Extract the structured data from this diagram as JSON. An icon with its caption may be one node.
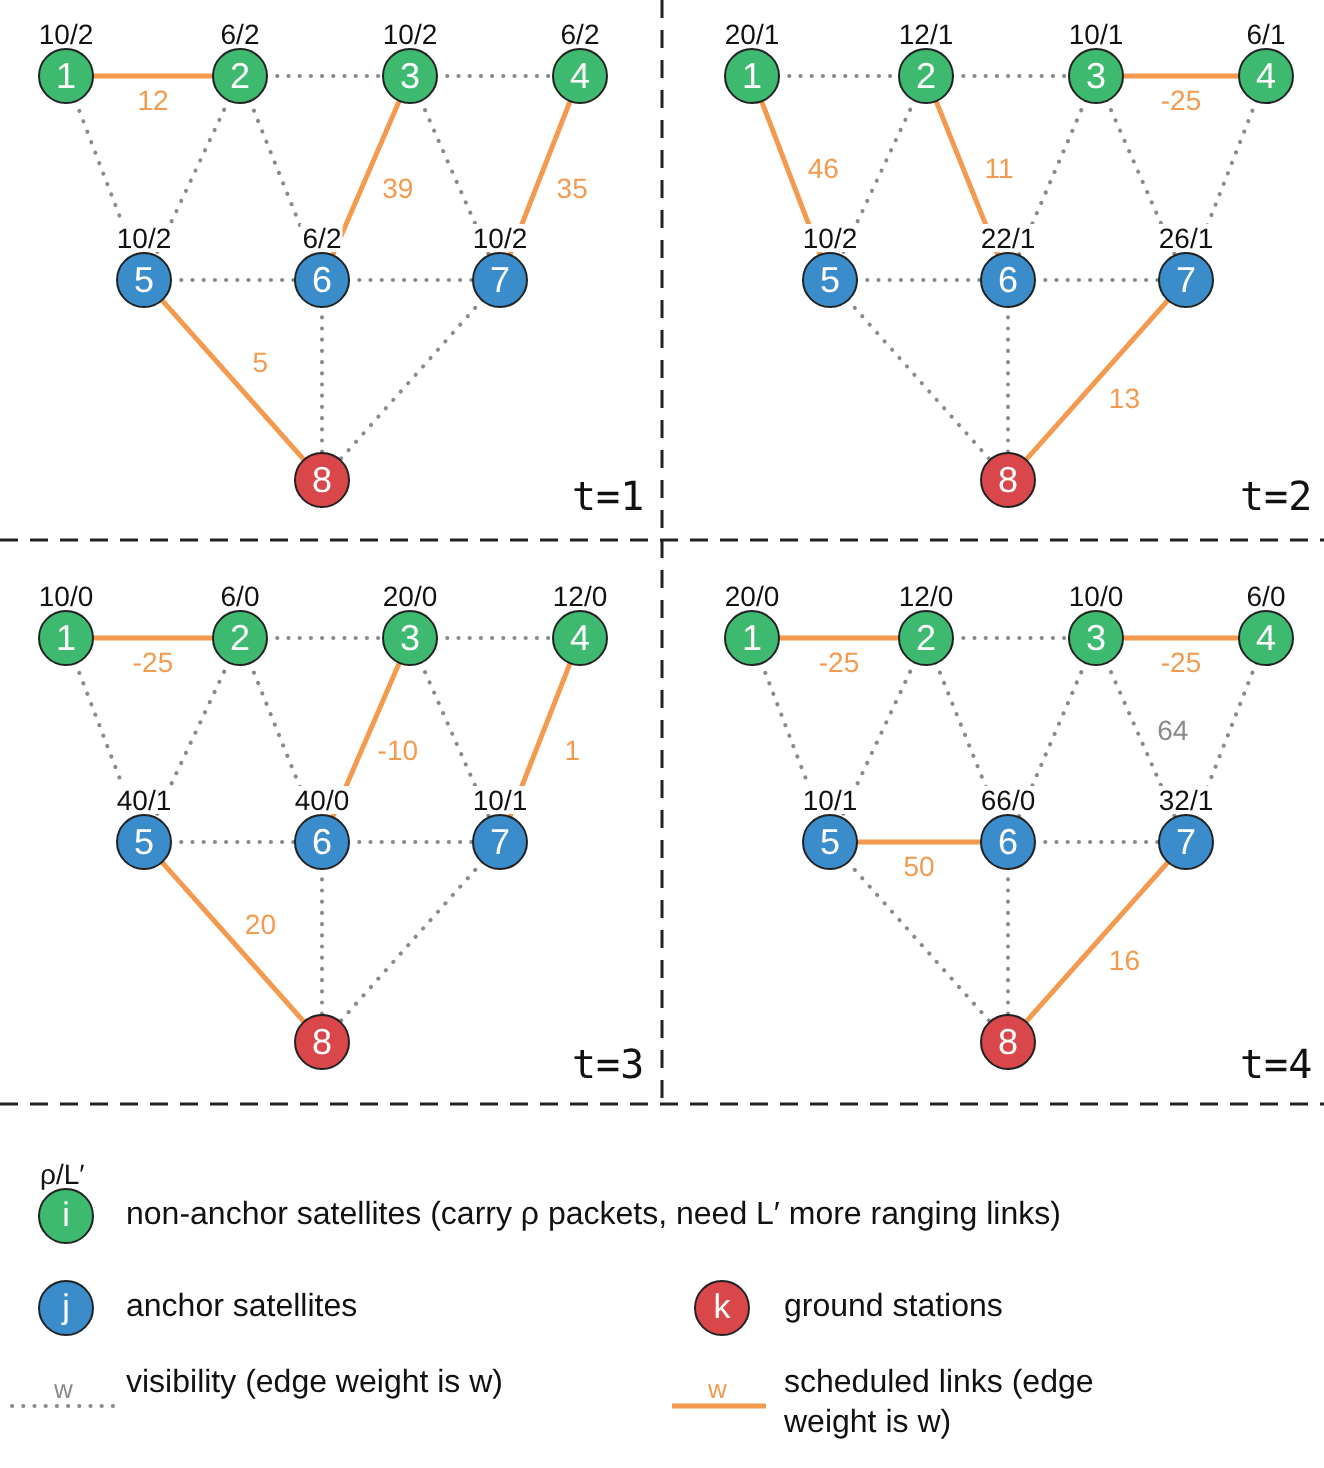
{
  "diagram": {
    "nodes": [
      {
        "text": [
          "1"
        ],
        "beside": [
          "10/2"
        ]
      },
      {
        "text": [
          "2"
        ],
        "beside": [
          "6/2"
        ]
      },
      {
        "text": [
          "3"
        ],
        "beside": [
          "10/2"
        ]
      },
      {
        "text": [
          "4"
        ],
        "beside": [
          "6/2"
        ]
      },
      {
        "text": [
          "5"
        ],
        "beside": [
          "10/2"
        ]
      },
      {
        "text": [
          "6"
        ],
        "beside": [
          "6/2"
        ]
      },
      {
        "text": [
          "7"
        ],
        "beside": [
          "10/2"
        ]
      },
      {
        "text": [
          "8"
        ]
      },
      {
        "text": [
          "1"
        ],
        "beside": [
          "20/1"
        ]
      },
      {
        "text": [
          "2"
        ],
        "beside": [
          "12/1"
        ]
      },
      {
        "text": [
          "3"
        ],
        "beside": [
          "10/1"
        ]
      },
      {
        "text": [
          "4"
        ],
        "beside": [
          "6/1"
        ]
      },
      {
        "text": [
          "5"
        ],
        "beside": [
          "10/2"
        ]
      },
      {
        "text": [
          "6"
        ],
        "beside": [
          "22/1"
        ]
      },
      {
        "text": [
          "7"
        ],
        "beside": [
          "26/1"
        ]
      },
      {
        "text": [
          "8"
        ]
      },
      {
        "text": [
          "1"
        ],
        "beside": [
          "10/0"
        ]
      },
      {
        "text": [
          "2"
        ],
        "beside": [
          "6/0"
        ]
      },
      {
        "text": [
          "3"
        ],
        "beside": [
          "20/0"
        ]
      },
      {
        "text": [
          "4"
        ],
        "beside": [
          "12/0"
        ]
      },
      {
        "text": [
          "5"
        ],
        "beside": [
          "40/1"
        ]
      },
      {
        "text": [
          "6"
        ],
        "beside": [
          "40/0"
        ]
      },
      {
        "text": [
          "7"
        ],
        "beside": [
          "10/1"
        ]
      },
      {
        "text": [
          "8"
        ]
      },
      {
        "text": [
          "1"
        ],
        "beside": [
          "20/0"
        ]
      },
      {
        "text": [
          "2"
        ],
        "beside": [
          "12/0"
        ]
      },
      {
        "text": [
          "3"
        ],
        "beside": [
          "10/0"
        ]
      },
      {
        "text": [
          "4"
        ],
        "beside": [
          "6/0"
        ]
      },
      {
        "text": [
          "5"
        ],
        "beside": [
          "10/1"
        ]
      },
      {
        "text": [
          "6"
        ],
        "beside": [
          "66/0"
        ]
      },
      {
        "text": [
          "7"
        ],
        "beside": [
          "32/1"
        ]
      },
      {
        "text": [
          "8"
        ]
      }
    ],
    "edges": [
      {
        "from": 0,
        "to": 1,
        "arrow": "none",
        "label": "12",
        "color": "#f39a4e"
      },
      {
        "from": 1,
        "to": 2,
        "arrow": "none",
        "style": "dashed"
      },
      {
        "from": 2,
        "to": 3,
        "arrow": "none",
        "style": "dashed"
      },
      {
        "from": 0,
        "to": 4,
        "arrow": "none",
        "style": "dashed"
      },
      {
        "from": 1,
        "to": 4,
        "arrow": "none",
        "style": "dashed"
      },
      {
        "from": 1,
        "to": 5,
        "arrow": "none",
        "style": "dashed"
      },
      {
        "from": 2,
        "to": 5,
        "arrow": "none",
        "label": "39",
        "color": "#f39a4e"
      },
      {
        "from": 2,
        "to": 6,
        "arrow": "none",
        "style": "dashed"
      },
      {
        "from": 3,
        "to": 6,
        "arrow": "none",
        "label": "35",
        "color": "#f39a4e"
      },
      {
        "from": 4,
        "to": 5,
        "arrow": "none",
        "style": "dashed"
      },
      {
        "from": 5,
        "to": 6,
        "arrow": "none",
        "style": "dashed"
      },
      {
        "from": 4,
        "to": 7,
        "arrow": "none",
        "label": "5",
        "color": "#f39a4e"
      },
      {
        "from": 5,
        "to": 7,
        "arrow": "none",
        "style": "dashed"
      },
      {
        "from": 6,
        "to": 7,
        "arrow": "none",
        "style": "dashed"
      },
      {
        "from": 8,
        "to": 9,
        "arrow": "none",
        "style": "dashed"
      },
      {
        "from": 9,
        "to": 10,
        "arrow": "none",
        "style": "dashed"
      },
      {
        "from": 10,
        "to": 11,
        "arrow": "none",
        "label": "-25",
        "color": "#f39a4e"
      },
      {
        "from": 8,
        "to": 12,
        "arrow": "none",
        "label": "46",
        "color": "#f39a4e"
      },
      {
        "from": 9,
        "to": 12,
        "arrow": "none",
        "style": "dashed"
      },
      {
        "from": 9,
        "to": 13,
        "arrow": "none",
        "label": "11",
        "color": "#f39a4e"
      },
      {
        "from": 10,
        "to": 13,
        "arrow": "none",
        "style": "dashed"
      },
      {
        "from": 10,
        "to": 14,
        "arrow": "none",
        "style": "dashed"
      },
      {
        "from": 11,
        "to": 14,
        "arrow": "none",
        "style": "dashed"
      },
      {
        "from": 12,
        "to": 13,
        "arrow": "none",
        "style": "dashed"
      },
      {
        "from": 13,
        "to": 14,
        "arrow": "none",
        "style": "dashed"
      },
      {
        "from": 12,
        "to": 15,
        "arrow": "none",
        "style": "dashed"
      },
      {
        "from": 13,
        "to": 15,
        "arrow": "none",
        "style": "dashed"
      },
      {
        "from": 14,
        "to": 15,
        "arrow": "none",
        "label": "13",
        "color": "#f39a4e"
      },
      {
        "from": 16,
        "to": 17,
        "arrow": "none",
        "label": "-25",
        "color": "#f39a4e"
      },
      {
        "from": 17,
        "to": 18,
        "arrow": "none",
        "style": "dashed"
      },
      {
        "from": 18,
        "to": 19,
        "arrow": "none",
        "style": "dashed"
      },
      {
        "from": 16,
        "to": 20,
        "arrow": "none",
        "style": "dashed"
      },
      {
        "from": 17,
        "to": 20,
        "arrow": "none",
        "style": "dashed"
      },
      {
        "from": 17,
        "to": 21,
        "arrow": "none",
        "style": "dashed"
      },
      {
        "from": 18,
        "to": 21,
        "arrow": "none",
        "label": "-10",
        "color": "#f39a4e"
      },
      {
        "from": 18,
        "to": 22,
        "arrow": "none",
        "style": "dashed"
      },
      {
        "from": 19,
        "to": 22,
        "arrow": "none",
        "label": "1",
        "color": "#f39a4e"
      },
      {
        "from": 20,
        "to": 21,
        "arrow": "none",
        "style": "dashed"
      },
      {
        "from": 21,
        "to": 22,
        "arrow": "none",
        "style": "dashed"
      },
      {
        "from": 20,
        "to": 23,
        "arrow": "none",
        "label": "20",
        "color": "#f39a4e"
      },
      {
        "from": 21,
        "to": 23,
        "arrow": "none",
        "style": "dashed"
      },
      {
        "from": 22,
        "to": 23,
        "arrow": "none",
        "style": "dashed"
      },
      {
        "from": 24,
        "to": 25,
        "arrow": "none",
        "label": "-25",
        "color": "#f39a4e"
      },
      {
        "from": 25,
        "to": 26,
        "arrow": "none",
        "style": "dashed"
      },
      {
        "from": 26,
        "to": 27,
        "arrow": "none",
        "label": "-25",
        "color": "#f39a4e"
      },
      {
        "from": 24,
        "to": 28,
        "arrow": "none",
        "style": "dashed"
      },
      {
        "from": 25,
        "to": 28,
        "arrow": "none",
        "style": "dashed"
      },
      {
        "from": 25,
        "to": 29,
        "arrow": "none",
        "style": "dashed"
      },
      {
        "from": 26,
        "to": 29,
        "arrow": "none",
        "style": "dashed"
      },
      {
        "from": 26,
        "to": 30,
        "arrow": "none",
        "label": "64",
        "style": "dashed"
      },
      {
        "from": 27,
        "to": 30,
        "arrow": "none",
        "style": "dashed"
      },
      {
        "from": 28,
        "to": 29,
        "arrow": "none",
        "label": "50",
        "color": "#f39a4e"
      },
      {
        "from": 29,
        "to": 30,
        "arrow": "none",
        "style": "dashed"
      },
      {
        "from": 28,
        "to": 31,
        "arrow": "none",
        "style": "dashed"
      },
      {
        "from": 29,
        "to": 31,
        "arrow": "none",
        "style": "dashed"
      },
      {
        "from": 30,
        "to": 31,
        "arrow": "none",
        "label": "16",
        "color": "#f39a4e"
      }
    ],
    "labels": [
      "t=1",
      "t=2",
      "t=3",
      "t=4",
      "ρ/L′",
      "i",
      "j",
      "k",
      "w",
      "w"
    ],
    "legend": [
      {
        "text": "non-anchor satellites (carry ρ packets, need L′ more ranging links)",
        "color": "#3dba6f"
      },
      {
        "text": "anchor satellites",
        "color": "#3a8ccb"
      },
      {
        "text": "ground stations",
        "color": "#d9474a"
      },
      {
        "text": "visibility (edge weight is w)"
      },
      {
        "text": "scheduled links (edge weight is w)"
      }
    ]
  }
}
